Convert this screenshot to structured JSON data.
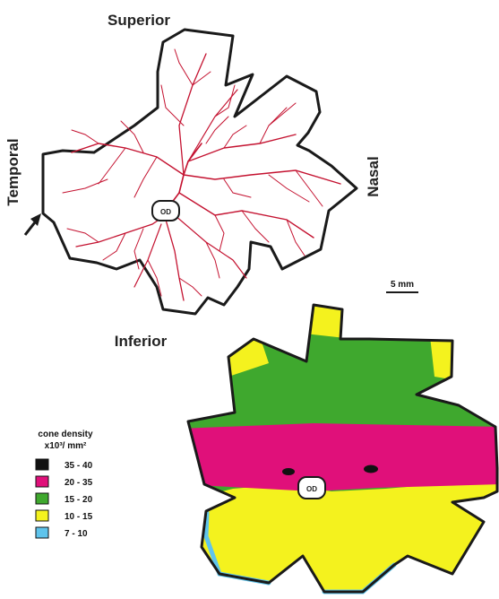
{
  "top_retina": {
    "label_superior": "Superior",
    "label_temporal": "Temporal",
    "label_nasal": "Nasal",
    "label_inferior": "Inferior",
    "optic_disc": "OD",
    "outline_color": "#1a1a1a",
    "vessel_color": "#c41230"
  },
  "scale_bar": {
    "label": "5 mm"
  },
  "bottom_retina": {
    "optic_disc": "OD"
  },
  "legend": {
    "title_line1": "cone density",
    "title_line2": "x10³/ mm²",
    "items": [
      {
        "label": "35 - 40",
        "color": "#111111"
      },
      {
        "label": "20 - 35",
        "color": "#e0107a"
      },
      {
        "label": "15 - 20",
        "color": "#3fa82e"
      },
      {
        "label": "10 - 15",
        "color": "#f4f21e"
      },
      {
        "label": "7 - 10",
        "color": "#5fc4ec"
      }
    ]
  }
}
